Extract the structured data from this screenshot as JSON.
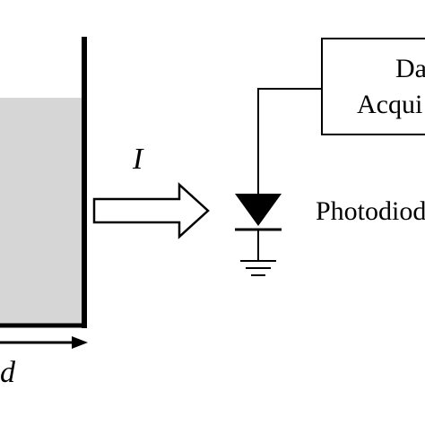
{
  "diagram": {
    "labels": {
      "intensity_symbol": "I",
      "distance_symbol": "d",
      "photodiode_label": "Photodiod",
      "daq_line1": "Da",
      "daq_line2": "Acqui"
    },
    "colors": {
      "background": "#ffffff",
      "stroke": "#000000",
      "liquid_fill": "#d6d6d6"
    }
  }
}
